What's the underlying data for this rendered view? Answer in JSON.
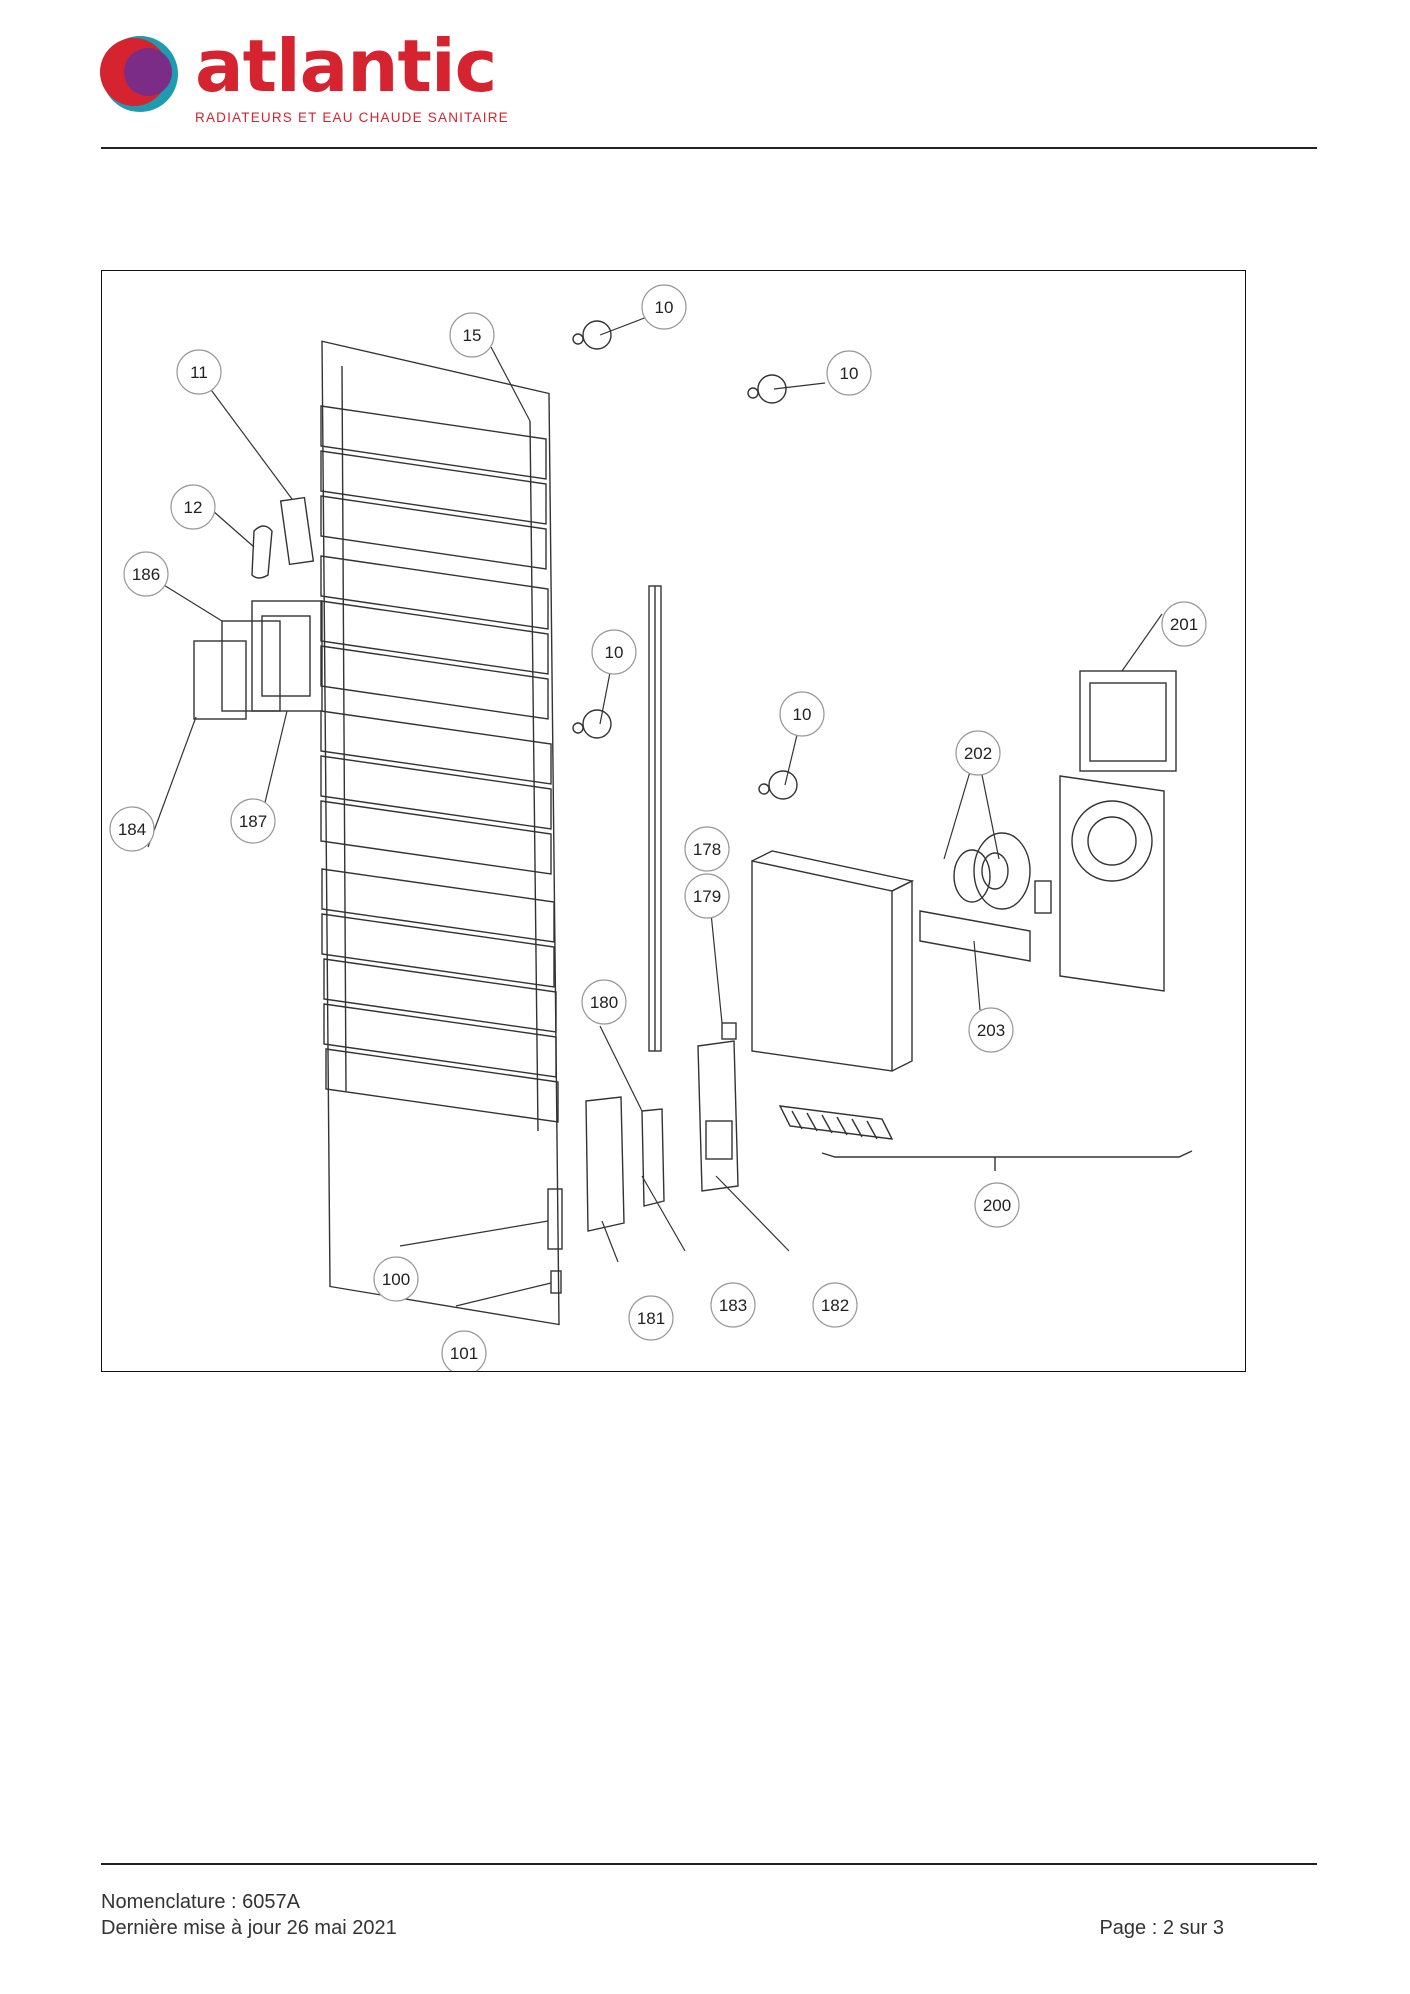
{
  "header": {
    "brand_name": "atlantic",
    "brand_tagline": "RADIATEURS ET EAU CHAUDE SANITAIRE",
    "brand_colors": {
      "red": "#d5232f",
      "purple": "#7a2c86",
      "teal": "#1f9bb0"
    }
  },
  "diagram": {
    "callouts": [
      "10",
      "15",
      "11",
      "10",
      "12",
      "186",
      "201",
      "10",
      "10",
      "202",
      "184",
      "187",
      "178",
      "179",
      "180",
      "203",
      "200",
      "100",
      "181",
      "183",
      "182",
      "101"
    ]
  },
  "footer": {
    "nomenclature": "Nomenclature : 6057A",
    "last_update": "Dernière mise à jour 26 mai 2021",
    "page": "Page : 2 sur 3"
  }
}
